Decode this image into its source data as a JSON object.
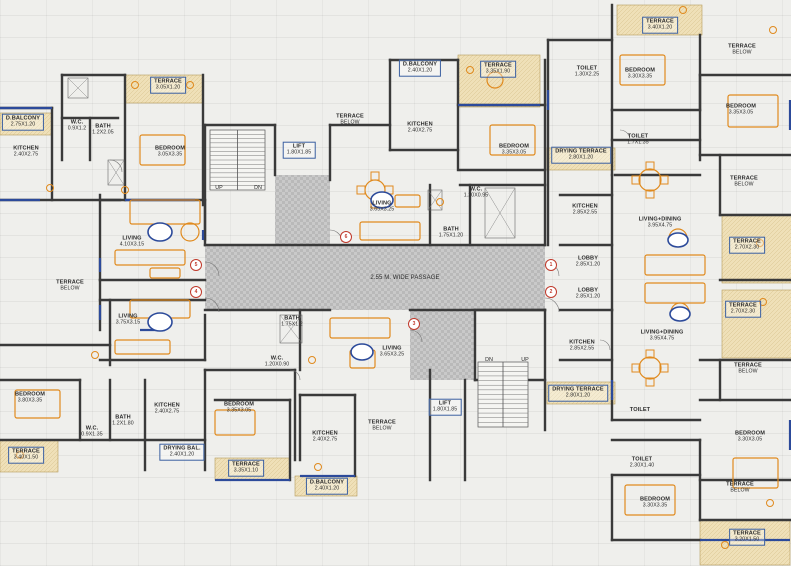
{
  "corridor_label": "2.55 M. WIDE PASSAGE",
  "colors": {
    "wall": "#3a3a3a",
    "furniture": "#e08a1e",
    "tan": "#efe0b8",
    "accent_blue": "#2c4a9a",
    "door_red": "#c0392b",
    "corridor": "#b9b9b9"
  },
  "rooms": [
    {
      "name": "D.BALCONY",
      "dim": "2.75X1.20"
    },
    {
      "name": "KITCHEN",
      "dim": "2.40X2.75"
    },
    {
      "name": "W.C.",
      "dim": "0.9X1.2"
    },
    {
      "name": "BATH",
      "dim": "1.2X2.05"
    },
    {
      "name": "TERRACE",
      "dim": "3.05X1.20"
    },
    {
      "name": "BEDROOM",
      "dim": "3.05X3.35"
    },
    {
      "name": "LIVING",
      "dim": "4.10X3.15"
    },
    {
      "name": "TERRACE",
      "dim": "BELOW"
    },
    {
      "name": "LIVING",
      "dim": "3.75X3.15"
    },
    {
      "name": "BEDROOM",
      "dim": "3.80X3.35"
    },
    {
      "name": "TERRACE",
      "dim": "3.40X1.50"
    },
    {
      "name": "W.C.",
      "dim": "0.9X1.35"
    },
    {
      "name": "BATH",
      "dim": "1.2X1.80"
    },
    {
      "name": "KITCHEN",
      "dim": "2.40X2.75"
    },
    {
      "name": "DRYING BAL.",
      "dim": "2.40X1.20"
    },
    {
      "name": "BEDROOM",
      "dim": "3.35X3.05"
    },
    {
      "name": "TERRACE",
      "dim": "3.35X1.10"
    },
    {
      "name": "KITCHEN",
      "dim": "2.40X2.75"
    },
    {
      "name": "D.BALCONY",
      "dim": "2.40X1.20"
    },
    {
      "name": "TERRACE",
      "dim": "BELOW"
    },
    {
      "name": "BATH",
      "dim": "1.75X1.2"
    },
    {
      "name": "W.C.",
      "dim": "1.20X0.90"
    },
    {
      "name": "LIVING",
      "dim": "3.65X3.25"
    },
    {
      "name": "LIFT",
      "dim": "1.80X1.85"
    },
    {
      "name": "LIFT",
      "dim": "1.80X1.85"
    },
    {
      "name": "LIVING",
      "dim": "3.65X3.25"
    },
    {
      "name": "BATH",
      "dim": "1.75X1.20"
    },
    {
      "name": "W.C.",
      "dim": "1.20X0.95"
    },
    {
      "name": "KITCHEN",
      "dim": "2.40X2.75"
    },
    {
      "name": "D.BALCONY",
      "dim": "2.40X1.20"
    },
    {
      "name": "TERRACE",
      "dim": "3.35X1.90"
    },
    {
      "name": "BEDROOM",
      "dim": "3.35X3.05"
    },
    {
      "name": "TERRACE",
      "dim": "BELOW"
    },
    {
      "name": "DRYING TERRACE",
      "dim": "2.80X1.20"
    },
    {
      "name": "KITCHEN",
      "dim": "2.85X2.55"
    },
    {
      "name": "LOBBY",
      "dim": "2.85X1.20"
    },
    {
      "name": "LOBBY",
      "dim": "2.85X1.20"
    },
    {
      "name": "KITCHEN",
      "dim": "2.85X2.55"
    },
    {
      "name": "DRYING TERRACE",
      "dim": "2.80X1.20"
    },
    {
      "name": "TOILET",
      "dim": "1.30X2.25"
    },
    {
      "name": "BEDROOM",
      "dim": "3.30X3.35"
    },
    {
      "name": "TERRACE",
      "dim": "3.40X1.20"
    },
    {
      "name": "TERRACE",
      "dim": "BELOW"
    },
    {
      "name": "BEDROOM",
      "dim": "3.35X3.05"
    },
    {
      "name": "TOILET",
      "dim": "1.7X1.35"
    },
    {
      "name": "TERRACE",
      "dim": "BELOW"
    },
    {
      "name": "LIVING+DINING",
      "dim": "3.95X4.75"
    },
    {
      "name": "TERRACE",
      "dim": "2.70X2.30"
    },
    {
      "name": "LIVING+DINING",
      "dim": "3.95X4.75"
    },
    {
      "name": "TERRACE",
      "dim": "2.70X2.30"
    },
    {
      "name": "TERRACE",
      "dim": "BELOW"
    },
    {
      "name": "TOILET",
      "dim": ""
    },
    {
      "name": "BEDROOM",
      "dim": "3.30X3.05"
    },
    {
      "name": "TOILET",
      "dim": "2.30X1.40"
    },
    {
      "name": "TERRACE",
      "dim": "BELOW"
    },
    {
      "name": "BEDROOM",
      "dim": "3.30X3.35"
    },
    {
      "name": "TERRACE",
      "dim": "3.20X1.50"
    }
  ],
  "stairs": [
    {
      "label": "UP"
    },
    {
      "label": "DN"
    },
    {
      "label": "DN"
    },
    {
      "label": "UP"
    }
  ],
  "doors": [
    {
      "num": "5"
    },
    {
      "num": "6"
    },
    {
      "num": "4"
    },
    {
      "num": "3"
    },
    {
      "num": "1"
    },
    {
      "num": "2"
    }
  ]
}
